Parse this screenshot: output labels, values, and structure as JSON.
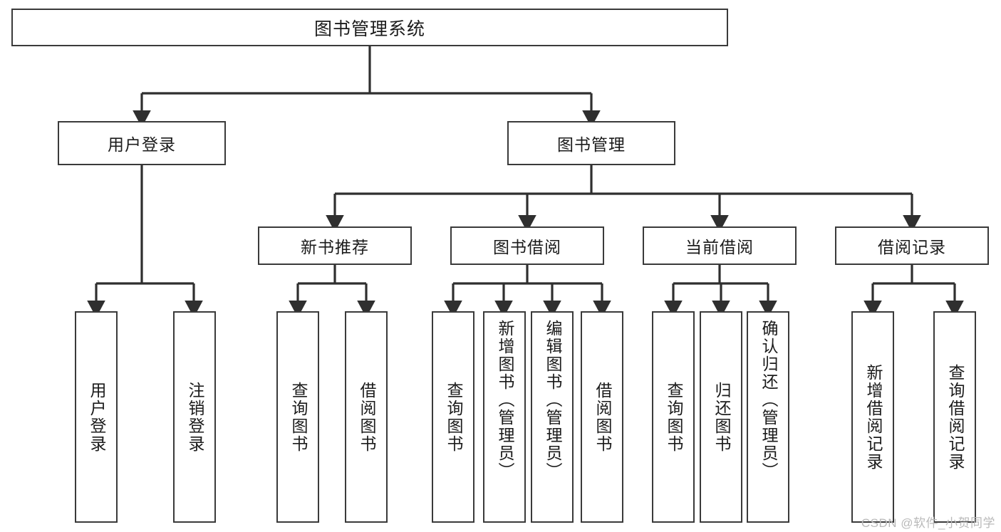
{
  "diagram": {
    "title": "图书管理系统",
    "type": "tree-hierarchy-chart",
    "watermark": "CSDN @软件_小贺同学",
    "colors": {
      "box_border": "#3a3a3a",
      "box_fill": "#ffffff",
      "edge": "#2f2f2f",
      "text": "#1b1b1b",
      "watermark": "#b9b9b9",
      "background": "#ffffff"
    },
    "root": {
      "label": "图书管理系统"
    },
    "level2": [
      {
        "id": "user-login",
        "label": "用户登录"
      },
      {
        "id": "book-manage",
        "label": "图书管理"
      }
    ],
    "level3": [
      {
        "id": "new-book-recommend",
        "label": "新书推荐",
        "parent": "book-manage"
      },
      {
        "id": "book-borrow",
        "label": "图书借阅",
        "parent": "book-manage"
      },
      {
        "id": "current-borrow",
        "label": "当前借阅",
        "parent": "book-manage"
      },
      {
        "id": "borrow-record",
        "label": "借阅记录",
        "parent": "book-manage"
      }
    ],
    "leaves": [
      {
        "id": "leaf-user-login",
        "label": "用户登录",
        "parent": "user-login"
      },
      {
        "id": "leaf-user-logout",
        "label": "注销登录",
        "parent": "user-login"
      },
      {
        "id": "leaf-query-book-1",
        "label": "查询图书",
        "parent": "new-book-recommend"
      },
      {
        "id": "leaf-borrow-book-1",
        "label": "借阅图书",
        "parent": "new-book-recommend"
      },
      {
        "id": "leaf-query-book-2",
        "label": "查询图书",
        "parent": "book-borrow"
      },
      {
        "id": "leaf-add-book",
        "label": "新增图书（管理员）",
        "parent": "book-borrow"
      },
      {
        "id": "leaf-edit-book",
        "label": "编辑图书（管理员）",
        "parent": "book-borrow"
      },
      {
        "id": "leaf-borrow-book-2",
        "label": "借阅图书",
        "parent": "book-borrow"
      },
      {
        "id": "leaf-query-book-3",
        "label": "查询图书",
        "parent": "current-borrow"
      },
      {
        "id": "leaf-return-book",
        "label": "归还图书",
        "parent": "current-borrow"
      },
      {
        "id": "leaf-confirm-return",
        "label": "确认归还（管理员）",
        "parent": "current-borrow"
      },
      {
        "id": "leaf-add-record",
        "label": "新增借阅记录",
        "parent": "borrow-record"
      },
      {
        "id": "leaf-query-record",
        "label": "查询借阅记录",
        "parent": "borrow-record"
      }
    ]
  }
}
